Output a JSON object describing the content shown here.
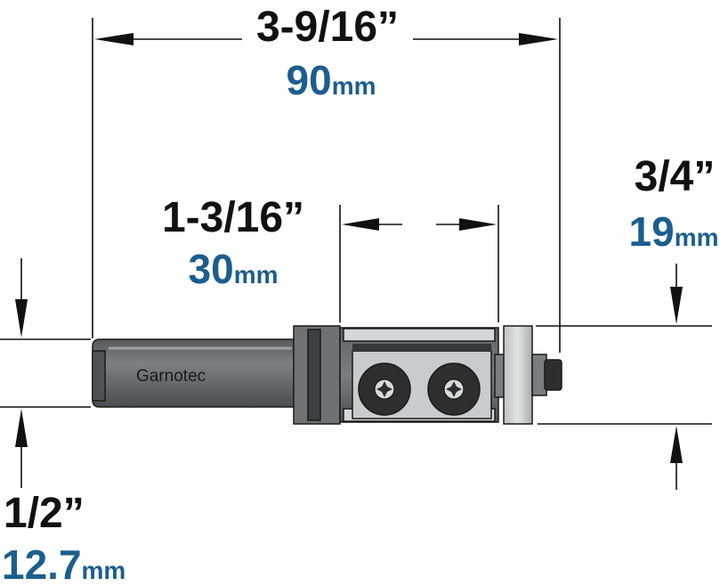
{
  "brand_label": "Garnotec",
  "dimensions": {
    "overall_length": {
      "imperial": "3-9/16”",
      "metric_value": "90",
      "metric_unit": "mm"
    },
    "cutting_length": {
      "imperial": "1-3/16”",
      "metric_value": "30",
      "metric_unit": "mm"
    },
    "cutting_diameter": {
      "imperial": "3/4”",
      "metric_value": "19",
      "metric_unit": "mm"
    },
    "shank_diameter": {
      "imperial": "1/2”",
      "metric_value": "12.7",
      "metric_unit": "mm"
    }
  },
  "colors": {
    "dimension_text": "#111111",
    "metric_text": "#1b5e8e",
    "tool_body": "#6e7274",
    "tool_dark": "#2c2e30",
    "tool_light": "#d2d5d7",
    "outline": "#1a1a1a"
  },
  "icons": {
    "screw": "torx-screw-icon"
  }
}
